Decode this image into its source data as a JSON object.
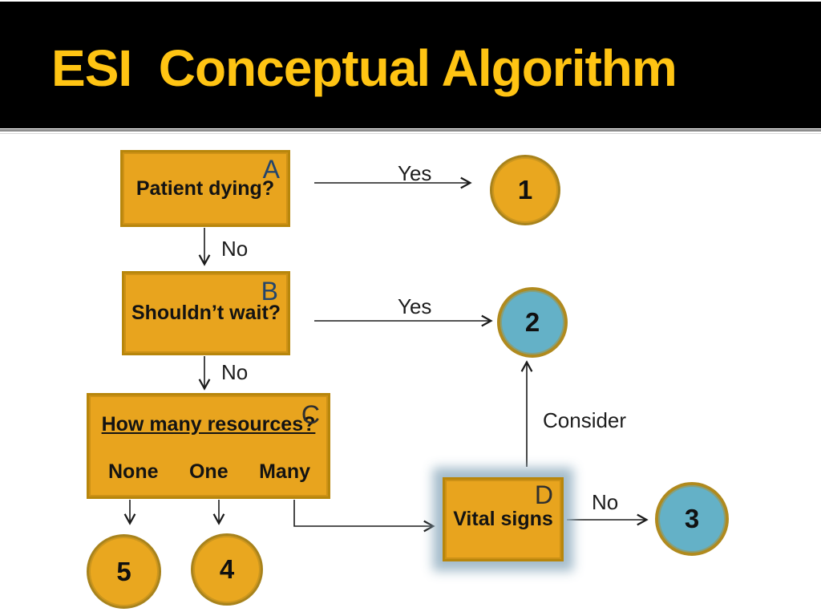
{
  "header": {
    "title": "ESI  Conceptual Algorithm"
  },
  "colors": {
    "title_yellow": "#FFC413",
    "header_background": "#000000",
    "box_fill": "#E8A41E",
    "box_border": "#B8860B",
    "teal_circle_fill": "#64B1C7",
    "circle_border": "#A8831C",
    "navy_letter": "#24456B",
    "dark_letter": "#2f2f2f",
    "vital_signs_glow": "#9AB5C5"
  },
  "boxes": {
    "a": {
      "letter": "A",
      "text": "Patient dying?"
    },
    "b": {
      "letter": "B",
      "text": "Shouldn’t wait?"
    },
    "c": {
      "letter": "C",
      "title": "How many resources?",
      "options": [
        "None",
        "One",
        "Many"
      ]
    },
    "d": {
      "letter": "D",
      "text": "Vital signs"
    }
  },
  "circles": {
    "c1": "1",
    "c2": "2",
    "c3": "3",
    "c4": "4",
    "c5": "5"
  },
  "edges": {
    "a_to_1": "Yes",
    "a_to_b": "No",
    "b_to_2": "Yes",
    "b_to_c": "No",
    "d_to_2": "Consider",
    "d_to_3": "No"
  }
}
